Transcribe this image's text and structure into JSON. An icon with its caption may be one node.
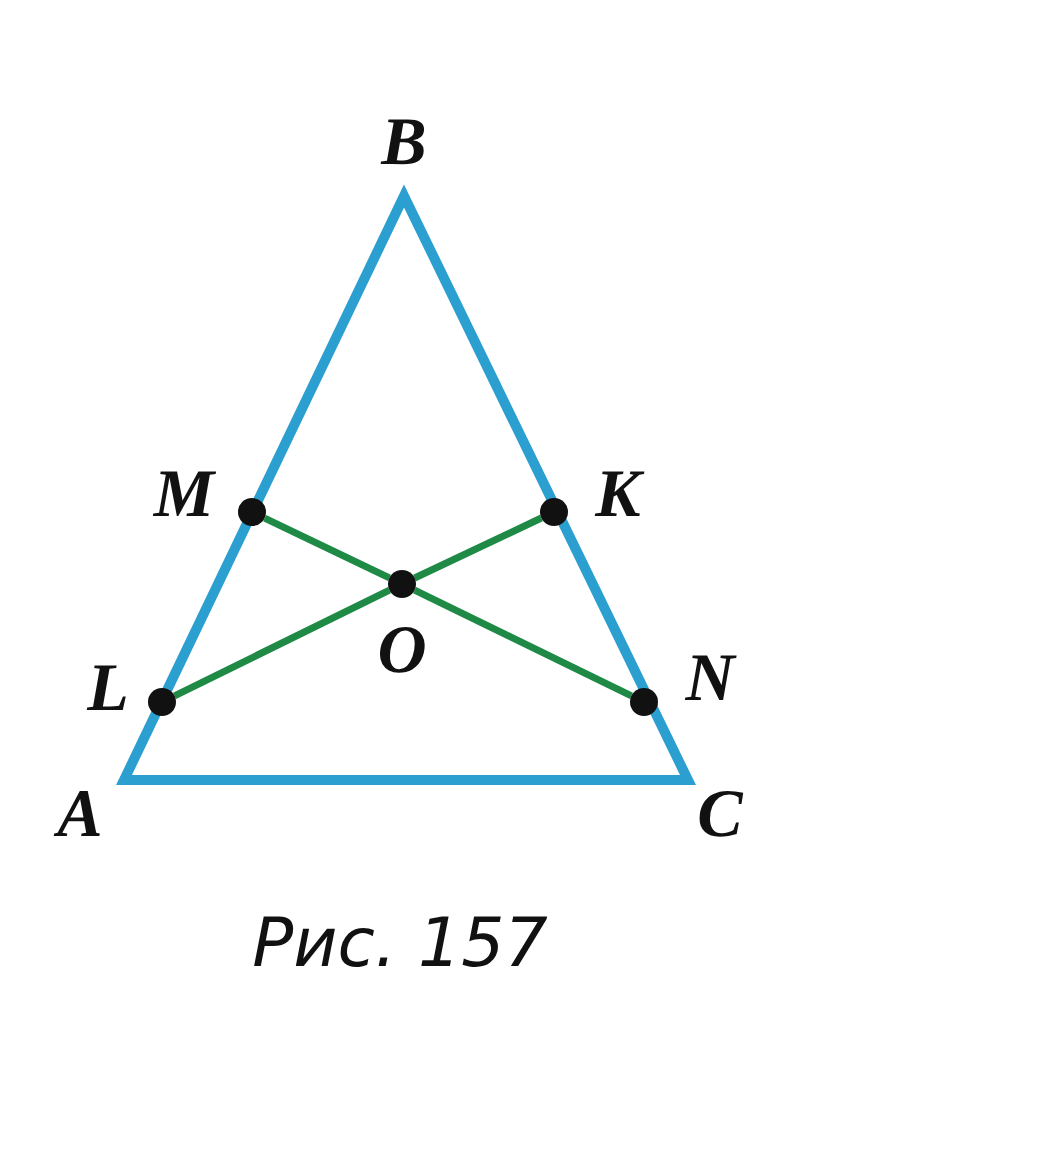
{
  "diagram": {
    "caption": "Рис. 157",
    "nodes": [
      {
        "text": [],
        "shape": "circle",
        "beside": [
          "M"
        ]
      },
      {
        "text": [],
        "shape": "circle",
        "beside": [
          "K"
        ]
      },
      {
        "text": [],
        "shape": "circle",
        "beside": [
          "O"
        ]
      },
      {
        "text": [],
        "shape": "circle",
        "beside": [
          "L"
        ]
      },
      {
        "text": [],
        "shape": "circle",
        "beside": [
          "N"
        ]
      }
    ],
    "edges": [
      {
        "from": 0,
        "to": 2,
        "arrow": "none"
      },
      {
        "from": 2,
        "to": 4,
        "arrow": "none"
      },
      {
        "from": 3,
        "to": 2,
        "arrow": "none"
      },
      {
        "from": 2,
        "to": 1,
        "arrow": "none"
      }
    ],
    "labels": [
      "B",
      "A",
      "C"
    ]
  }
}
